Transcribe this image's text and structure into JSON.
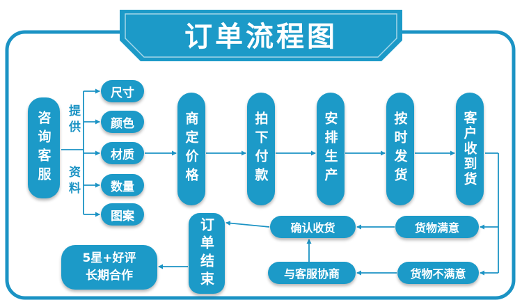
{
  "title": "订单流程图",
  "colors": {
    "primary": "#1c9ac8",
    "line": "#1b93c4",
    "background": "#ffffff",
    "text": "#ffffff"
  },
  "start": {
    "label": "咨询客服"
  },
  "provide_label": {
    "top": "提供",
    "bottom": "资料"
  },
  "info_items": [
    {
      "label": "尺寸"
    },
    {
      "label": "颜色"
    },
    {
      "label": "材质"
    },
    {
      "label": "数量"
    },
    {
      "label": "图案"
    }
  ],
  "steps": [
    {
      "label": "商定价格"
    },
    {
      "label": "拍下付款"
    },
    {
      "label": "安排生产"
    },
    {
      "label": "按时发货"
    },
    {
      "label": "客户收到货"
    }
  ],
  "outcomes": {
    "satisfied": "货物满意",
    "unsatisfied": "货物不满意",
    "confirm": "确认收货",
    "negotiate": "与客服协商",
    "end": "订单结束",
    "review_line1": "5星+好评",
    "review_line2": "长期合作"
  }
}
